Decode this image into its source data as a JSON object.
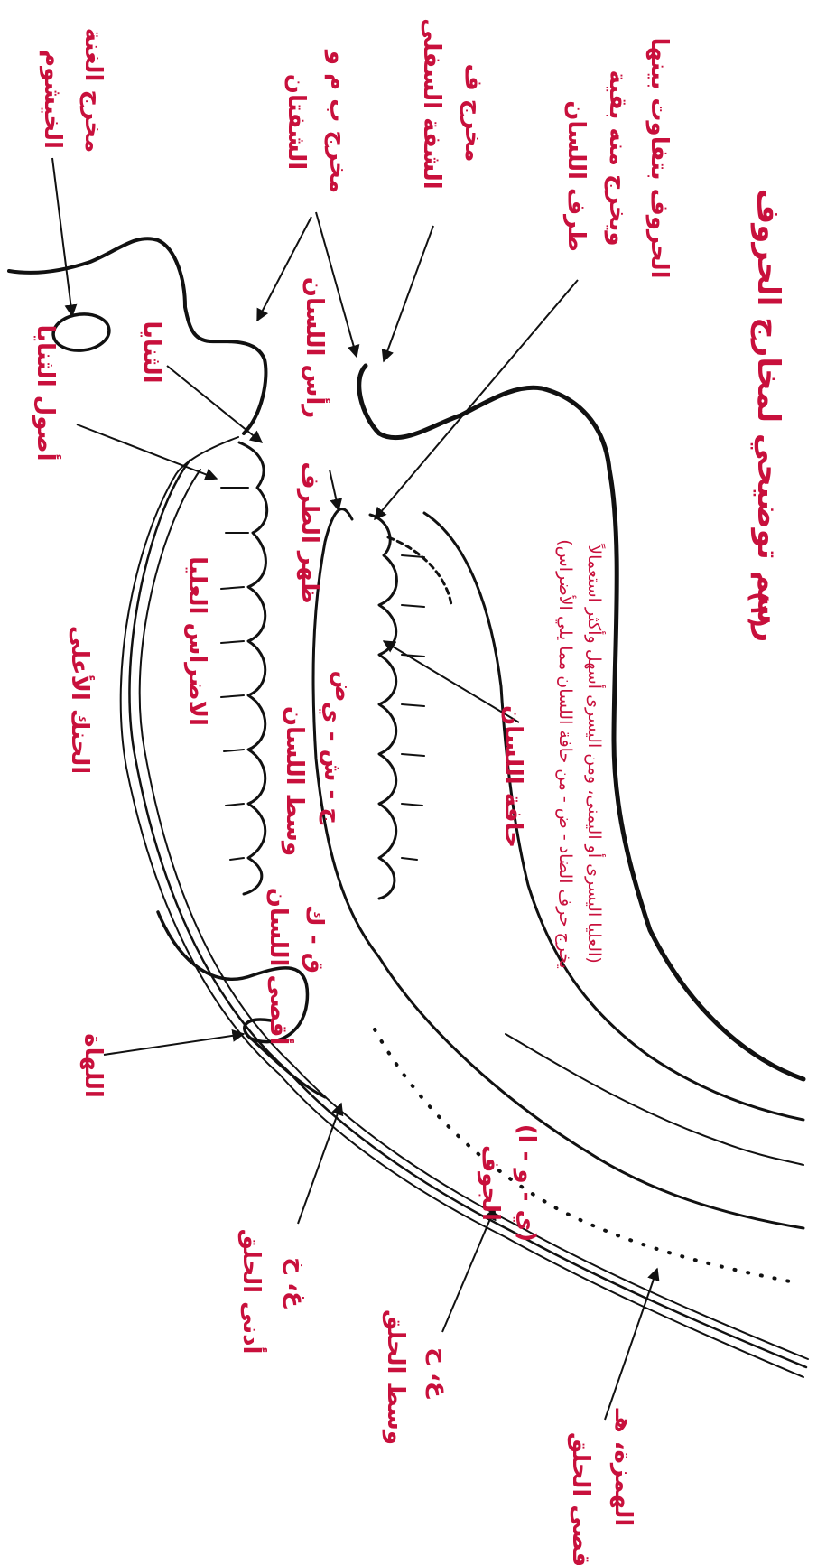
{
  "title": {
    "main": "رسم توضيحي لمخارج الحروف",
    "number": "(١)"
  },
  "labels": {
    "nasal": "الخيشوم",
    "nasal_sub": "مخرج الغنة",
    "lips": "الشفتان",
    "lips_sub": "مخرج ب م و",
    "lower_lip": "الشفة السفلى",
    "lower_lip_sub": "مخرج ف",
    "tongue_tip": "طرف اللسان",
    "tongue_tip_sub": "ويخرج منه بقية",
    "tongue_tip_sub2": "الحروف بتفاوت بينها",
    "incisor_roots": "أصول الثنايا",
    "incisors": "الثنايا",
    "tongue_head": "رأس اللسان",
    "tip_back": "ظهر الطرف",
    "upper_molars": "الاضراس العليا",
    "palate": "الحنك الأعلى",
    "mid_tongue": "وسط اللسان",
    "mid_tongue_letters": "ج - ش - ي",
    "dad": "ض",
    "tongue_edge": "حافة اللسان",
    "dad_note1": "(يخرج حرف الضاد - ض - من حافة اللسان مما يلي الأضراس",
    "dad_note2": "العليا اليسرى أو اليمنى، ومن اليسرى أسهل وأكثر استعمالاً)",
    "tongue_back": "أقصى اللسان",
    "tongue_back_letters": "ق - ك",
    "uvula": "اللهاة",
    "near_throat": "أدنى الحلق",
    "near_throat_letters": "غ، خ",
    "mid_throat": "وسط الحلق",
    "mid_throat_letters": "ع، ح",
    "far_throat": "أقصى الحلق",
    "far_throat_letters": "الهمزة، هـ",
    "jawf": "الجوف",
    "jawf_letters": "(ي - و - ا)"
  }
}
